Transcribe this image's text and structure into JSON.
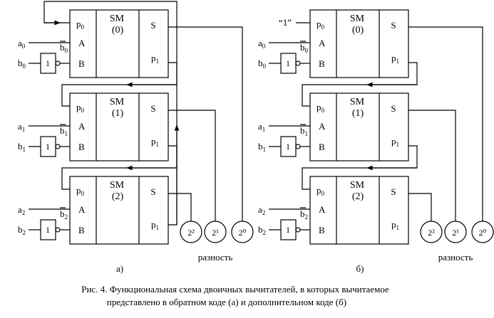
{
  "diagram_a": {
    "label": "а)",
    "output_label": "разность",
    "stages": [
      {
        "sm": "SM",
        "index": "(0)",
        "p_in": "p0",
        "A": "A",
        "B": "B",
        "S": "S",
        "p_out": "p1",
        "a": "a0",
        "b": "b0",
        "not_symbol": "1",
        "b_bar": "b0"
      },
      {
        "sm": "SM",
        "index": "(1)",
        "p_in": "p0",
        "A": "A",
        "B": "B",
        "S": "S",
        "p_out": "p1",
        "a": "a1",
        "b": "b1",
        "not_symbol": "1",
        "b_bar": "b1"
      },
      {
        "sm": "SM",
        "index": "(2)",
        "p_in": "p0",
        "A": "A",
        "B": "B",
        "S": "S",
        "p_out": "p1",
        "a": "a2",
        "b": "b2",
        "not_symbol": "1",
        "b_bar": "b2"
      }
    ],
    "outputs": [
      "2²",
      "2¹",
      "2⁰"
    ]
  },
  "diagram_b": {
    "label": "б)",
    "output_label": "разность",
    "carry_in": "“1”",
    "stages": [
      {
        "sm": "SM",
        "index": "(0)",
        "p_in": "p0",
        "A": "A",
        "B": "B",
        "S": "S",
        "p_out": "p1",
        "a": "a0",
        "b": "b0",
        "not_symbol": "1",
        "b_bar": "b0"
      },
      {
        "sm": "SM",
        "index": "(1)",
        "p_in": "p0",
        "A": "A",
        "B": "B",
        "S": "S",
        "p_out": "p1",
        "a": "a1",
        "b": "b1",
        "not_symbol": "1",
        "b_bar": "b1"
      },
      {
        "sm": "SM",
        "index": "(2)",
        "p_in": "p0",
        "A": "A",
        "B": "B",
        "S": "S",
        "p_out": "p1",
        "a": "a2",
        "b": "b2",
        "not_symbol": "1",
        "b_bar": "b2"
      }
    ],
    "outputs": [
      "2²",
      "2¹",
      "2⁰"
    ]
  },
  "caption": {
    "line1": "Рис. 4. Функциональная схема двоичных вычитателей, в которых вычитаемое",
    "line2": "представлено в обратном коде (а) и дополнительном коде (б)"
  }
}
